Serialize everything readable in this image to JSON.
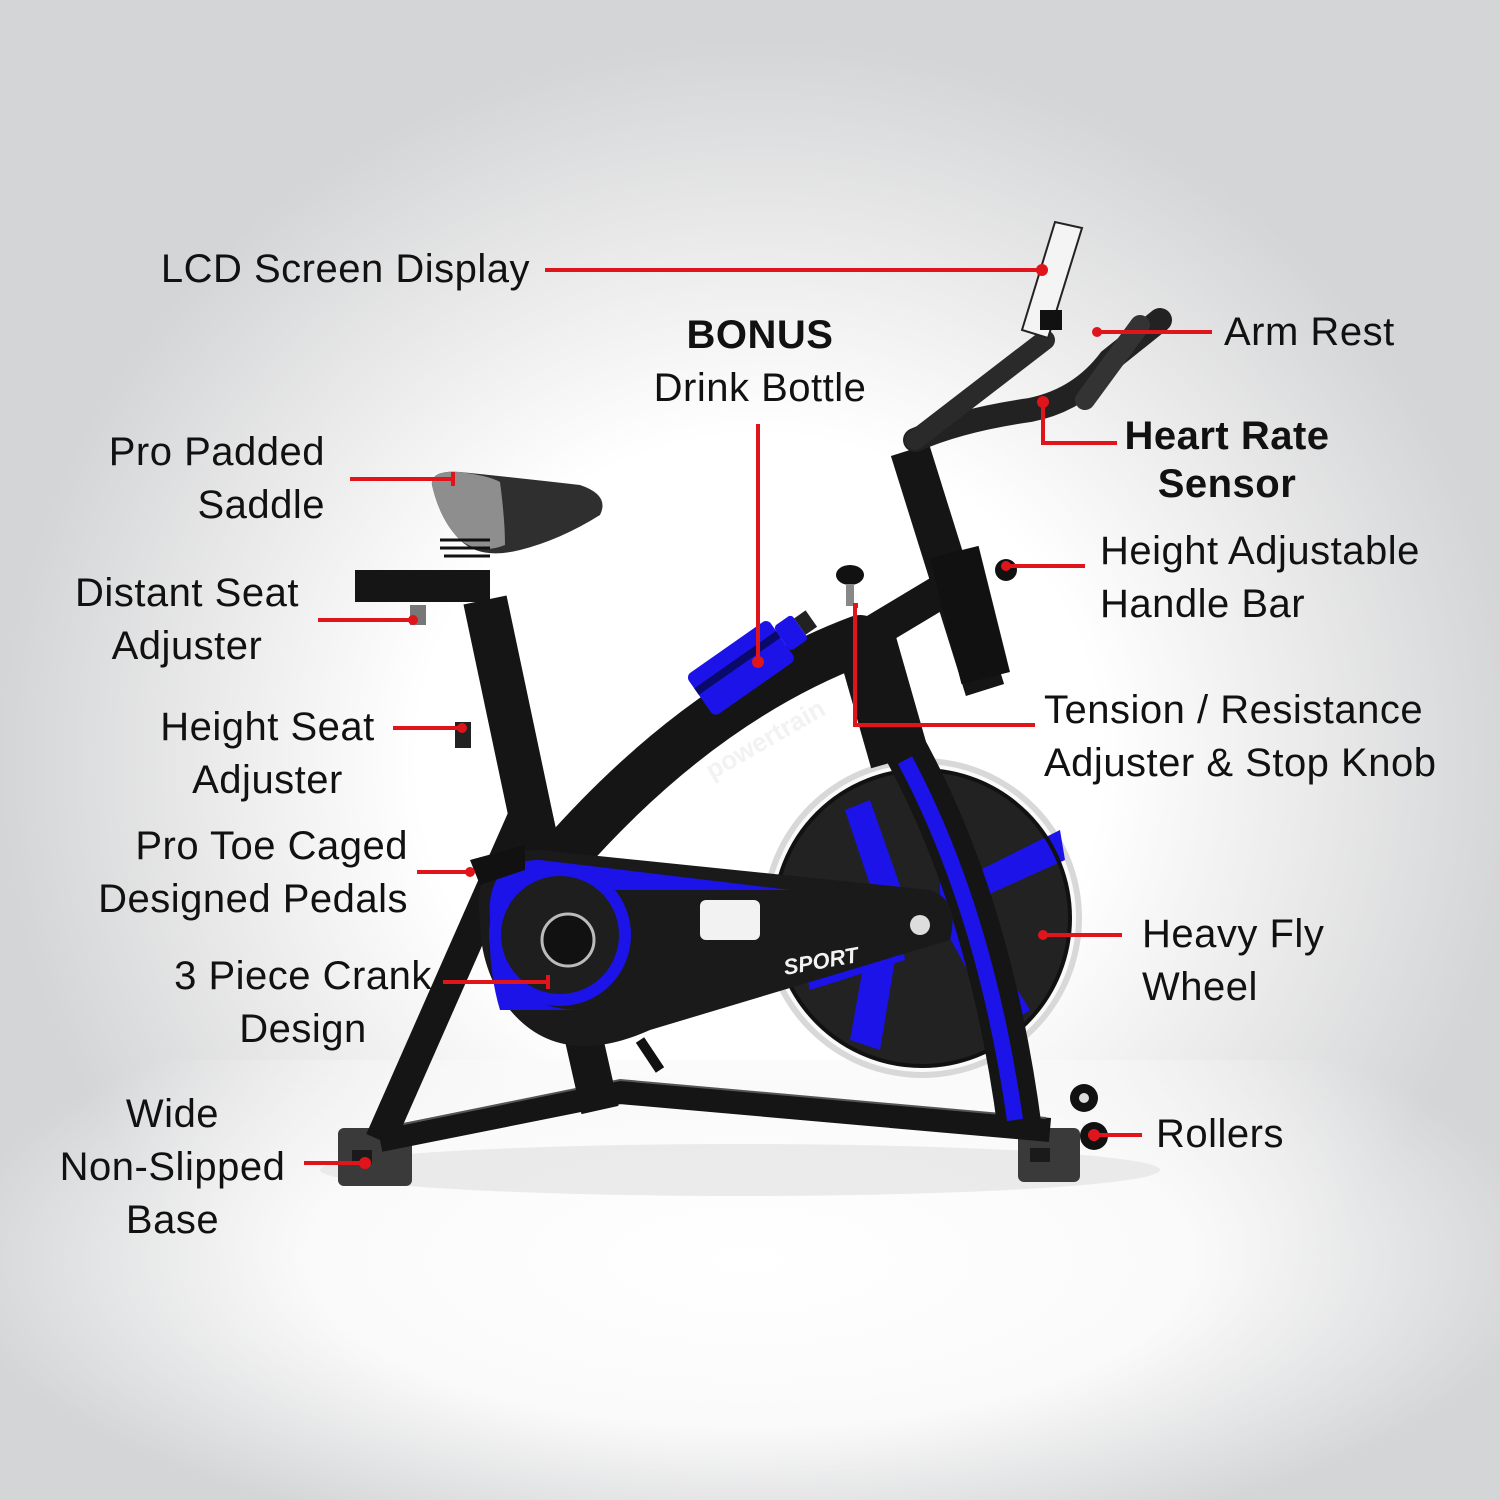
{
  "diagram": {
    "subject": "Exercise spin bike",
    "brand_decal": "powertrain",
    "brand_sub_decal": "sport",
    "chain_guard_decal": "SPORT",
    "colors": {
      "leader_line": "#e0141b",
      "frame": "#141414",
      "accent_blue": "#1c13e8",
      "saddle_grey": "#8e8e8e",
      "text": "#111111",
      "background_edge": "#d4d5d7"
    }
  },
  "callouts": {
    "lcd": {
      "lines": [
        "LCD Screen Display"
      ]
    },
    "bonus": {
      "title": "BONUS",
      "lines": [
        "Drink Bottle"
      ]
    },
    "arm_rest": {
      "lines": [
        "Arm Rest"
      ]
    },
    "heart_rate": {
      "lines": [
        "Heart Rate",
        "Sensor"
      ]
    },
    "saddle": {
      "lines": [
        "Pro Padded",
        "Saddle"
      ]
    },
    "distant_seat": {
      "lines": [
        "Distant Seat",
        "Adjuster"
      ]
    },
    "handle_bar": {
      "lines": [
        "Height Adjustable",
        "Handle Bar"
      ]
    },
    "height_seat": {
      "lines": [
        "Height Seat",
        "Adjuster"
      ]
    },
    "tension": {
      "lines": [
        "Tension / Resistance",
        "Adjuster & Stop Knob"
      ]
    },
    "pedals": {
      "lines": [
        "Pro Toe Caged",
        "Designed Pedals"
      ]
    },
    "flywheel": {
      "lines": [
        "Heavy Fly",
        "Wheel"
      ]
    },
    "crank": {
      "lines": [
        "3 Piece Crank",
        "Design"
      ]
    },
    "base": {
      "lines": [
        "Wide",
        "Non-Slipped",
        "Base"
      ]
    },
    "rollers": {
      "lines": [
        "Rollers"
      ]
    }
  }
}
